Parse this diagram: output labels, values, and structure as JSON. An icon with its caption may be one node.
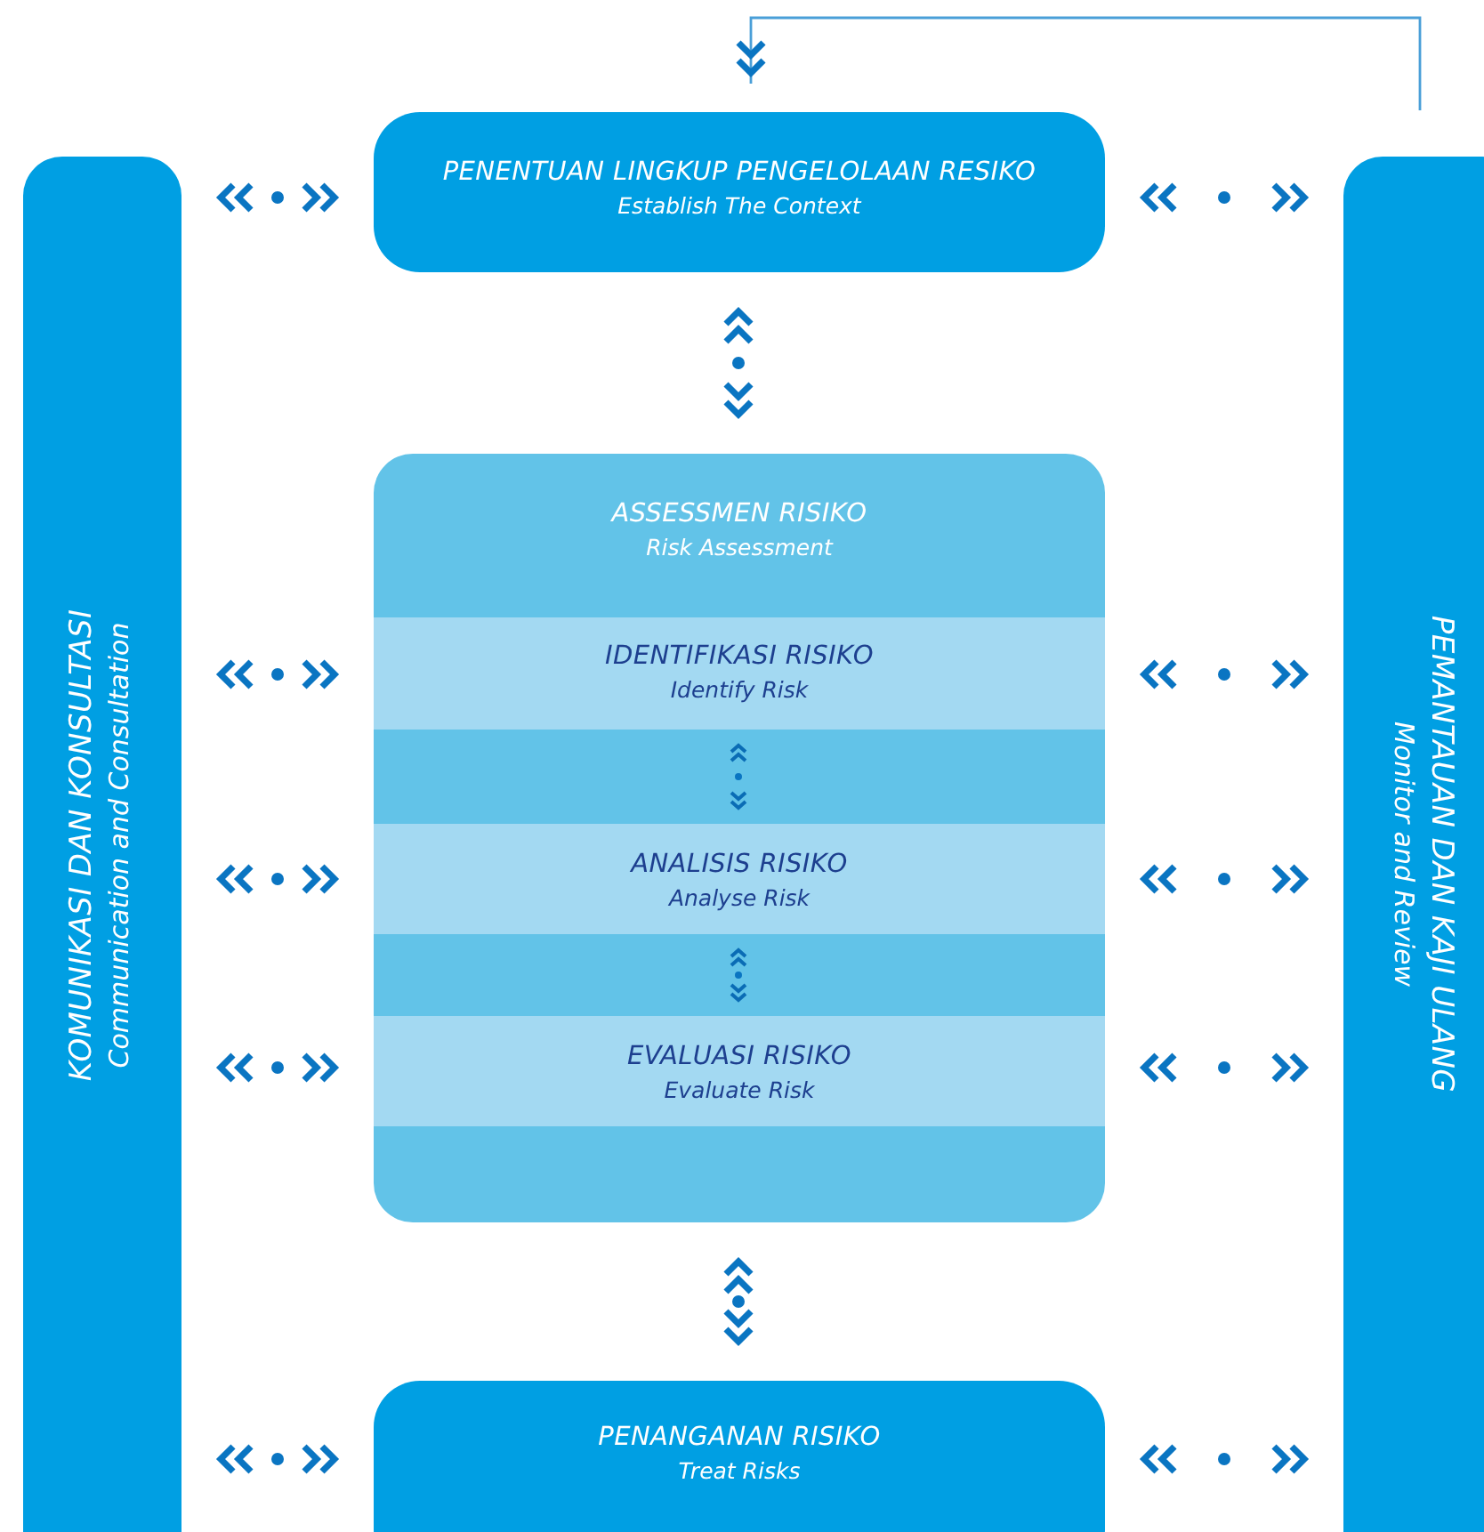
{
  "diagram": {
    "nodes": [
      {
        "text": [
          "KOMUNIKASI DAN KONSULTASI",
          "Communication and Consultation"
        ]
      },
      {
        "text": [
          "PENENTUAN LINGKUP PENGELOLAAN RESIKO",
          "Establish The Context"
        ]
      },
      {
        "text": [
          "ASSESSMEN RISIKO",
          "Risk Assessment"
        ]
      },
      {
        "text": [
          "IDENTIFIKASI RISIKO",
          "Identify Risk"
        ],
        "in": 2
      },
      {
        "text": [
          "ANALISIS RISIKO",
          "Analyse Risk"
        ],
        "in": 2
      },
      {
        "text": [
          "EVALUASI RISIKO",
          "Evaluate Risk"
        ],
        "in": 2
      },
      {
        "text": [
          "PENANGANAN RISIKO",
          "Treat Risks"
        ]
      },
      {
        "text": [
          "PEMANTAUAN DAN KAJI ULANG",
          "Monitor and Review"
        ]
      }
    ],
    "edges": [
      {
        "from": 7,
        "to": 1,
        "arrow": "to"
      },
      {
        "from": 0,
        "to": 1,
        "arrow": "both"
      },
      {
        "from": 1,
        "to": 7,
        "arrow": "both"
      },
      {
        "from": 1,
        "to": 2,
        "arrow": "both"
      },
      {
        "from": 0,
        "to": 3,
        "arrow": "both"
      },
      {
        "from": 3,
        "to": 7,
        "arrow": "both"
      },
      {
        "from": 3,
        "to": 4,
        "arrow": "both"
      },
      {
        "from": 0,
        "to": 4,
        "arrow": "both"
      },
      {
        "from": 4,
        "to": 7,
        "arrow": "both"
      },
      {
        "from": 4,
        "to": 5,
        "arrow": "both"
      },
      {
        "from": 0,
        "to": 5,
        "arrow": "both"
      },
      {
        "from": 5,
        "to": 7,
        "arrow": "both"
      },
      {
        "from": 2,
        "to": 6,
        "arrow": "both"
      },
      {
        "from": 0,
        "to": 6,
        "arrow": "both"
      },
      {
        "from": 6,
        "to": 7,
        "arrow": "both"
      }
    ]
  }
}
